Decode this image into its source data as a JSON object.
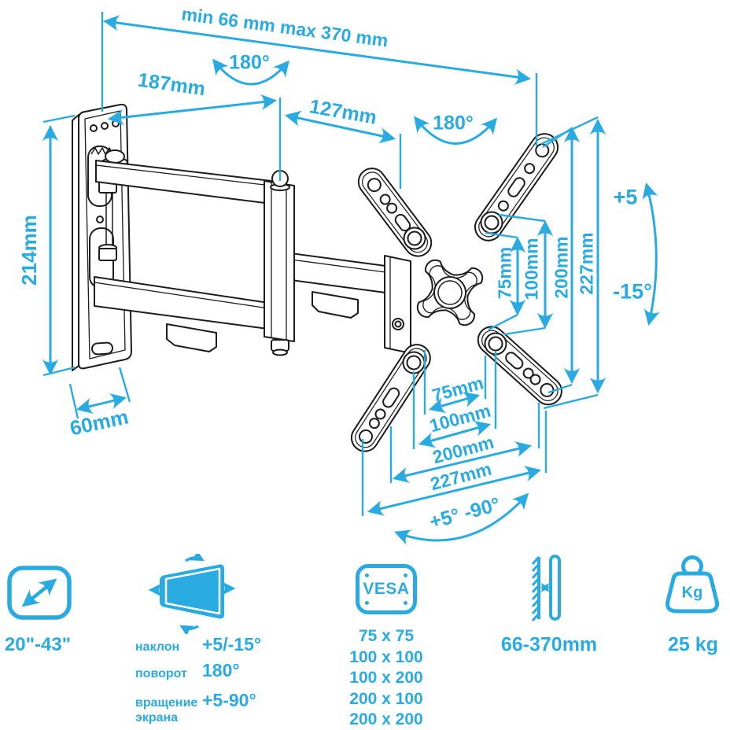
{
  "colors": {
    "accent": "#29abe2",
    "ink": "#1c1c1c"
  },
  "diagram": {
    "title_object": "articulating-tv-wall-mount",
    "dimensions": {
      "extension_range": "min 66 mm max 370 mm",
      "arm_swivel": "180°",
      "plate_swivel": "180°",
      "arm1_length": "187mm",
      "arm2_length": "127mm",
      "wall_plate_height": "214mm",
      "wall_plate_width": "60mm",
      "vesa_vertical_75": "75mm",
      "vesa_vertical_100": "100mm",
      "vesa_vertical_200": "200mm",
      "vesa_vertical_227": "227mm",
      "tilt_up": "+5",
      "tilt_down": "-15°",
      "vesa_horizontal_75": "75mm",
      "vesa_horizontal_100": "100mm",
      "vesa_horizontal_200": "200mm",
      "vesa_horizontal_227": "227mm",
      "screen_rotation": "+5° -90°"
    }
  },
  "specs": {
    "screen_size": {
      "icon": "diagonal-resize-icon",
      "value": "20\"-43\""
    },
    "movement": {
      "icon": "screen-rotate-icon",
      "rows": [
        {
          "label": "наклон",
          "value": "+5/-15°"
        },
        {
          "label": "поворот",
          "value": "180°"
        },
        {
          "label": "вращение экрана",
          "value": "+5-90°"
        }
      ]
    },
    "vesa": {
      "icon": "vesa-plate-icon",
      "title": "VESA",
      "sizes": [
        "75 x 75",
        "100 x 100",
        "100 x 200",
        "200 x 100",
        "200 x 200"
      ]
    },
    "wall_distance": {
      "icon": "wall-distance-icon",
      "value": "66-370mm"
    },
    "max_weight": {
      "icon": "weight-icon",
      "unit_label": "Kg",
      "value": "25 kg"
    }
  }
}
